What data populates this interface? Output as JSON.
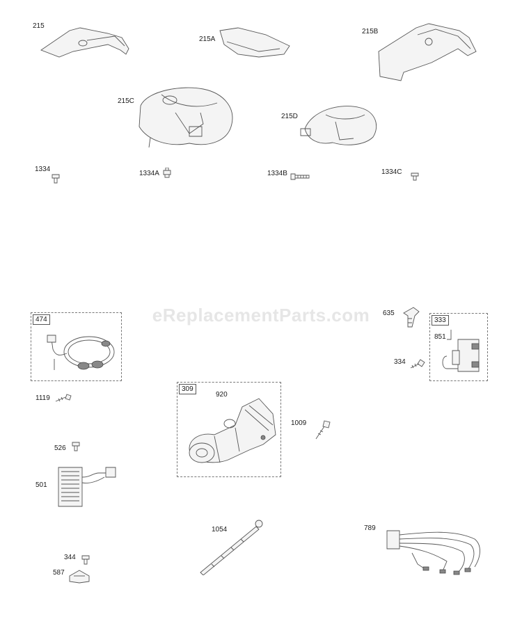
{
  "watermark": "eReplacementParts.com",
  "parts": {
    "p215": "215",
    "p215A": "215A",
    "p215B": "215B",
    "p215C": "215C",
    "p215D": "215D",
    "p1334": "1334",
    "p1334A": "1334A",
    "p1334B": "1334B",
    "p1334C": "1334C",
    "p474": "474",
    "p635": "635",
    "p333": "333",
    "p851": "851",
    "p334": "334",
    "p1119": "1119",
    "p309": "309",
    "p920": "920",
    "p1009": "1009",
    "p526": "526",
    "p501": "501",
    "p1054": "1054",
    "p789": "789",
    "p344": "344",
    "p587": "587"
  }
}
